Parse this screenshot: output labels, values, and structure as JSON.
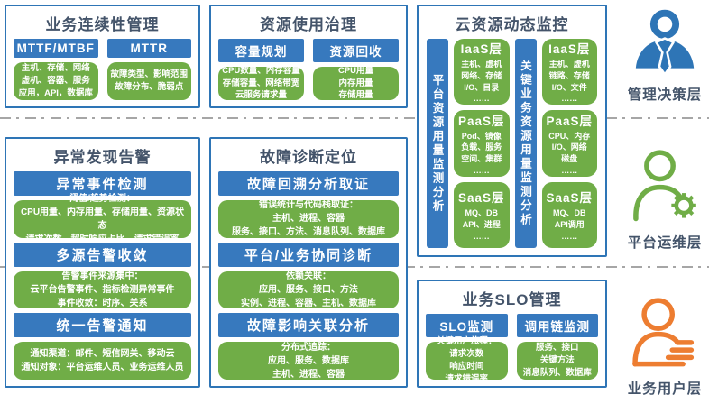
{
  "colors": {
    "panel_border": "#2E75B6",
    "header_blue": "#3779BE",
    "box_green": "#70AD47",
    "title_text": "#44546A",
    "dash_line": "#A6A6A6",
    "persona_orange": "#ED7D31"
  },
  "panels": {
    "business_continuity": {
      "title": "业务连续性管理",
      "columns": [
        {
          "header": "MTTF/MTBF",
          "lines": [
            "主机、存储、网络",
            "虚机、容器、服务",
            "应用，API，数据库"
          ]
        },
        {
          "header": "MTTR",
          "lines": [
            "故障类型、影响范围",
            "故障分布、脆弱点"
          ]
        }
      ]
    },
    "resource_governance": {
      "title": "资源使用治理",
      "columns": [
        {
          "header": "容量规划",
          "lines": [
            "CPU数量、内存容量",
            "存储容量、网络带宽",
            "云服务请求量"
          ]
        },
        {
          "header": "资源回收",
          "lines": [
            "CPU用量",
            "内存用量",
            "存储用量"
          ]
        }
      ]
    },
    "cloud_monitor": {
      "title": "云资源动态监控",
      "groups": [
        {
          "bar_label": "平台资源用量监测分析",
          "layers": [
            {
              "name": "IaaS层",
              "lines": [
                "主机、虚机",
                "网络、存储",
                "I/O、目录",
                "……"
              ]
            },
            {
              "name": "PaaS层",
              "lines": [
                "Pod、镜像",
                "负载、服务",
                "空间、集群",
                "……"
              ]
            },
            {
              "name": "SaaS层",
              "lines": [
                "MQ、DB",
                "API、进程",
                "……"
              ]
            }
          ]
        },
        {
          "bar_label": "关键业务资源用量监测分析",
          "layers": [
            {
              "name": "IaaS层",
              "lines": [
                "主机、虚机",
                "链路、存储",
                "I/O、文件",
                "……"
              ]
            },
            {
              "name": "PaaS层",
              "lines": [
                "CPU、内存",
                "I/O、网络",
                "磁盘",
                "……"
              ]
            },
            {
              "name": "SaaS层",
              "lines": [
                "MQ、DB",
                "API调用",
                "……"
              ]
            }
          ]
        }
      ]
    },
    "anomaly_alert": {
      "title": "异常发现告警",
      "sections": [
        {
          "header": "异常事件检测",
          "lines": [
            "阈值/趋势检测：",
            "CPU用量、内存用量、存储用量、资源状态",
            "请求次数、超时响应占比、请求错误率"
          ]
        },
        {
          "header": "多源告警收敛",
          "lines": [
            "告警事件来源集中：",
            "云平台告警事件、指标检测异常事件",
            "事件收敛：时序、关系"
          ]
        },
        {
          "header": "统一告警通知",
          "lines": [
            "通知渠道：邮件、短信网关、移动云",
            "通知对象：平台运维人员、业务运维人员"
          ]
        }
      ]
    },
    "fault_diagnosis": {
      "title": "故障诊断定位",
      "sections": [
        {
          "header": "故障回溯分析取证",
          "lines": [
            "错误统计与代码栈取证：",
            "主机、进程、容器",
            "服务、接口、方法、消息队列、数据库"
          ]
        },
        {
          "header": "平台/业务协同诊断",
          "lines": [
            "依赖关联：",
            "应用、服务、接口、方法",
            "实例、进程、容器、主机、数据库"
          ]
        },
        {
          "header": "故障影响关联分析",
          "lines": [
            "分布式追踪：",
            "应用、服务、数据库",
            "主机、进程、容器"
          ]
        }
      ]
    },
    "slo_management": {
      "title": "业务SLO管理",
      "columns": [
        {
          "header": "SLO监测",
          "lines": [
            "关键用户旅程：",
            "请求次数",
            "响应时间",
            "请求错误率"
          ]
        },
        {
          "header": "调用链监测",
          "lines": [
            "服务、接口",
            "关键方法",
            "消息队列、数据库"
          ]
        }
      ]
    }
  },
  "personas": [
    {
      "label": "管理决策层",
      "icon": "person-tie-icon",
      "color": "#2E75B6"
    },
    {
      "label": "平台运维层",
      "icon": "person-gear-icon",
      "color": "#70AD47"
    },
    {
      "label": "业务用户层",
      "icon": "person-list-icon",
      "color": "#ED7D31"
    }
  ]
}
